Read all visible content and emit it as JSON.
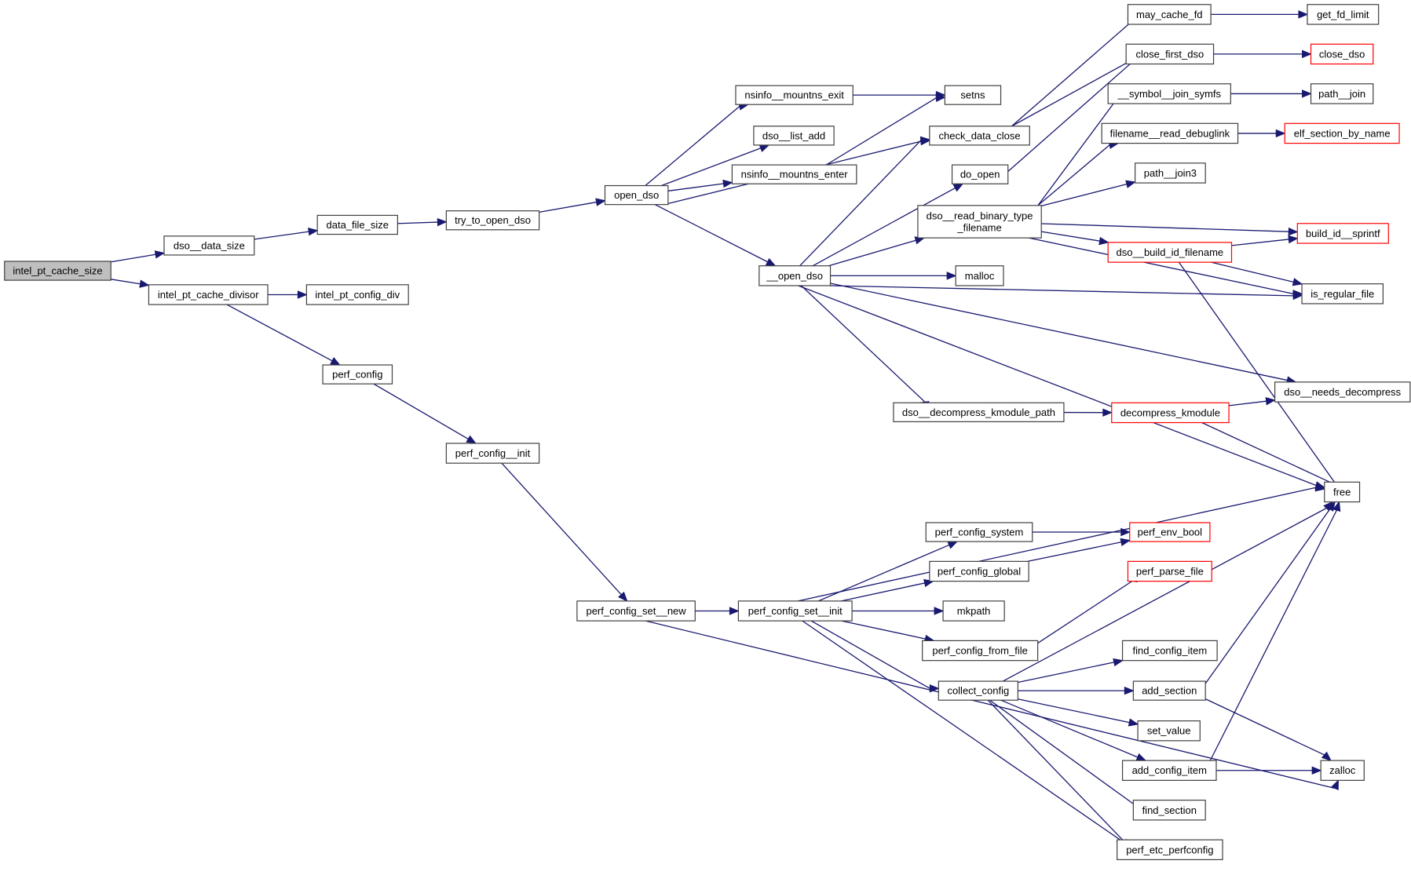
{
  "graph": {
    "title": "intel_pt_cache_size call graph",
    "colors": {
      "edge": "#191970",
      "node_border": "#404040",
      "node_border_external": "#ff0000",
      "root_fill": "#bfbfbf",
      "node_fill": "#ffffff"
    },
    "nodes": [
      {
        "id": "intel_pt_cache_size",
        "label": [
          "intel_pt_cache_size"
        ],
        "kind": "root"
      },
      {
        "id": "dso__data_size",
        "label": [
          "dso__data_size"
        ],
        "kind": "normal"
      },
      {
        "id": "intel_pt_cache_divisor",
        "label": [
          "intel_pt_cache_divisor"
        ],
        "kind": "normal"
      },
      {
        "id": "data_file_size",
        "label": [
          "data_file_size"
        ],
        "kind": "normal"
      },
      {
        "id": "intel_pt_config_div",
        "label": [
          "intel_pt_config_div"
        ],
        "kind": "normal"
      },
      {
        "id": "perf_config",
        "label": [
          "perf_config"
        ],
        "kind": "normal"
      },
      {
        "id": "try_to_open_dso",
        "label": [
          "try_to_open_dso"
        ],
        "kind": "normal"
      },
      {
        "id": "perf_config__init",
        "label": [
          "perf_config__init"
        ],
        "kind": "normal"
      },
      {
        "id": "open_dso",
        "label": [
          "open_dso"
        ],
        "kind": "normal"
      },
      {
        "id": "perf_config_set__new",
        "label": [
          "perf_config_set__new"
        ],
        "kind": "normal"
      },
      {
        "id": "nsinfo__mountns_exit",
        "label": [
          "nsinfo__mountns_exit"
        ],
        "kind": "normal"
      },
      {
        "id": "dso__list_add",
        "label": [
          "dso__list_add"
        ],
        "kind": "normal"
      },
      {
        "id": "nsinfo__mountns_enter",
        "label": [
          "nsinfo__mountns_enter"
        ],
        "kind": "normal"
      },
      {
        "id": "__open_dso",
        "label": [
          "__open_dso"
        ],
        "kind": "normal"
      },
      {
        "id": "perf_config_set__init",
        "label": [
          "perf_config_set__init"
        ],
        "kind": "normal"
      },
      {
        "id": "setns",
        "label": [
          "setns"
        ],
        "kind": "normal"
      },
      {
        "id": "check_data_close",
        "label": [
          "check_data_close"
        ],
        "kind": "normal"
      },
      {
        "id": "do_open",
        "label": [
          "do_open"
        ],
        "kind": "normal"
      },
      {
        "id": "dso__read_binary_type_filename",
        "label": [
          "dso__read_binary_type",
          "_filename"
        ],
        "kind": "normal"
      },
      {
        "id": "malloc",
        "label": [
          "malloc"
        ],
        "kind": "normal"
      },
      {
        "id": "dso__decompress_kmodule_path",
        "label": [
          "dso__decompress_kmodule_path"
        ],
        "kind": "normal"
      },
      {
        "id": "perf_config_system",
        "label": [
          "perf_config_system"
        ],
        "kind": "normal"
      },
      {
        "id": "perf_config_global",
        "label": [
          "perf_config_global"
        ],
        "kind": "normal"
      },
      {
        "id": "mkpath",
        "label": [
          "mkpath"
        ],
        "kind": "normal"
      },
      {
        "id": "perf_config_from_file",
        "label": [
          "perf_config_from_file"
        ],
        "kind": "normal"
      },
      {
        "id": "collect_config",
        "label": [
          "collect_config"
        ],
        "kind": "normal"
      },
      {
        "id": "may_cache_fd",
        "label": [
          "may_cache_fd"
        ],
        "kind": "normal"
      },
      {
        "id": "close_first_dso",
        "label": [
          "close_first_dso"
        ],
        "kind": "normal"
      },
      {
        "id": "__symbol__join_symfs",
        "label": [
          "__symbol__join_symfs"
        ],
        "kind": "normal"
      },
      {
        "id": "filename__read_debuglink",
        "label": [
          "filename__read_debuglink"
        ],
        "kind": "normal"
      },
      {
        "id": "path__join3",
        "label": [
          "path__join3"
        ],
        "kind": "normal"
      },
      {
        "id": "dso__build_id_filename",
        "label": [
          "dso__build_id_filename"
        ],
        "kind": "external"
      },
      {
        "id": "decompress_kmodule",
        "label": [
          "decompress_kmodule"
        ],
        "kind": "external"
      },
      {
        "id": "perf_env_bool",
        "label": [
          "perf_env_bool"
        ],
        "kind": "external"
      },
      {
        "id": "perf_parse_file",
        "label": [
          "perf_parse_file"
        ],
        "kind": "external"
      },
      {
        "id": "find_config_item",
        "label": [
          "find_config_item"
        ],
        "kind": "normal"
      },
      {
        "id": "add_section",
        "label": [
          "add_section"
        ],
        "kind": "normal"
      },
      {
        "id": "set_value",
        "label": [
          "set_value"
        ],
        "kind": "normal"
      },
      {
        "id": "add_config_item",
        "label": [
          "add_config_item"
        ],
        "kind": "normal"
      },
      {
        "id": "find_section",
        "label": [
          "find_section"
        ],
        "kind": "normal"
      },
      {
        "id": "perf_etc_perfconfig",
        "label": [
          "perf_etc_perfconfig"
        ],
        "kind": "normal"
      },
      {
        "id": "get_fd_limit",
        "label": [
          "get_fd_limit"
        ],
        "kind": "normal"
      },
      {
        "id": "close_dso",
        "label": [
          "close_dso"
        ],
        "kind": "external"
      },
      {
        "id": "path__join",
        "label": [
          "path__join"
        ],
        "kind": "normal"
      },
      {
        "id": "elf_section_by_name",
        "label": [
          "elf_section_by_name"
        ],
        "kind": "external"
      },
      {
        "id": "build_id__sprintf",
        "label": [
          "build_id__sprintf"
        ],
        "kind": "external"
      },
      {
        "id": "is_regular_file",
        "label": [
          "is_regular_file"
        ],
        "kind": "normal"
      },
      {
        "id": "dso__needs_decompress",
        "label": [
          "dso__needs_decompress"
        ],
        "kind": "normal"
      },
      {
        "id": "free",
        "label": [
          "free"
        ],
        "kind": "normal"
      },
      {
        "id": "zalloc",
        "label": [
          "zalloc"
        ],
        "kind": "normal"
      }
    ],
    "edges": [
      [
        "intel_pt_cache_size",
        "dso__data_size"
      ],
      [
        "intel_pt_cache_size",
        "intel_pt_cache_divisor"
      ],
      [
        "dso__data_size",
        "data_file_size"
      ],
      [
        "data_file_size",
        "try_to_open_dso"
      ],
      [
        "try_to_open_dso",
        "open_dso"
      ],
      [
        "intel_pt_cache_divisor",
        "intel_pt_config_div"
      ],
      [
        "intel_pt_cache_divisor",
        "perf_config"
      ],
      [
        "perf_config",
        "perf_config__init"
      ],
      [
        "perf_config__init",
        "perf_config_set__new"
      ],
      [
        "perf_config_set__new",
        "perf_config_set__init"
      ],
      [
        "perf_config_set__new",
        "zalloc"
      ],
      [
        "open_dso",
        "nsinfo__mountns_exit"
      ],
      [
        "open_dso",
        "dso__list_add"
      ],
      [
        "open_dso",
        "nsinfo__mountns_enter"
      ],
      [
        "open_dso",
        "check_data_close"
      ],
      [
        "open_dso",
        "__open_dso"
      ],
      [
        "nsinfo__mountns_exit",
        "setns"
      ],
      [
        "nsinfo__mountns_enter",
        "setns"
      ],
      [
        "check_data_close",
        "may_cache_fd"
      ],
      [
        "check_data_close",
        "close_first_dso"
      ],
      [
        "do_open",
        "close_first_dso"
      ],
      [
        "__open_dso",
        "check_data_close"
      ],
      [
        "__open_dso",
        "do_open"
      ],
      [
        "__open_dso",
        "dso__read_binary_type_filename"
      ],
      [
        "__open_dso",
        "malloc"
      ],
      [
        "__open_dso",
        "is_regular_file"
      ],
      [
        "__open_dso",
        "dso__needs_decompress"
      ],
      [
        "__open_dso",
        "dso__decompress_kmodule_path"
      ],
      [
        "__open_dso",
        "free"
      ],
      [
        "dso__read_binary_type_filename",
        "__symbol__join_symfs"
      ],
      [
        "dso__read_binary_type_filename",
        "filename__read_debuglink"
      ],
      [
        "dso__read_binary_type_filename",
        "path__join3"
      ],
      [
        "dso__read_binary_type_filename",
        "build_id__sprintf"
      ],
      [
        "dso__read_binary_type_filename",
        "dso__build_id_filename"
      ],
      [
        "dso__read_binary_type_filename",
        "is_regular_file"
      ],
      [
        "dso__build_id_filename",
        "build_id__sprintf"
      ],
      [
        "dso__build_id_filename",
        "is_regular_file"
      ],
      [
        "dso__build_id_filename",
        "free"
      ],
      [
        "dso__decompress_kmodule_path",
        "decompress_kmodule"
      ],
      [
        "decompress_kmodule",
        "dso__needs_decompress"
      ],
      [
        "decompress_kmodule",
        "free"
      ],
      [
        "may_cache_fd",
        "get_fd_limit"
      ],
      [
        "close_first_dso",
        "close_dso"
      ],
      [
        "__symbol__join_symfs",
        "path__join"
      ],
      [
        "filename__read_debuglink",
        "elf_section_by_name"
      ],
      [
        "perf_config_set__init",
        "free"
      ],
      [
        "perf_config_set__init",
        "perf_config_system"
      ],
      [
        "perf_config_set__init",
        "perf_config_global"
      ],
      [
        "perf_config_set__init",
        "mkpath"
      ],
      [
        "perf_config_set__init",
        "perf_config_from_file"
      ],
      [
        "perf_config_set__init",
        "collect_config"
      ],
      [
        "perf_config_set__init",
        "perf_etc_perfconfig"
      ],
      [
        "perf_config_system",
        "perf_env_bool"
      ],
      [
        "perf_config_global",
        "perf_env_bool"
      ],
      [
        "perf_config_from_file",
        "perf_parse_file"
      ],
      [
        "collect_config",
        "free"
      ],
      [
        "collect_config",
        "find_config_item"
      ],
      [
        "collect_config",
        "add_section"
      ],
      [
        "collect_config",
        "set_value"
      ],
      [
        "collect_config",
        "add_config_item"
      ],
      [
        "collect_config",
        "find_section"
      ],
      [
        "collect_config",
        "perf_etc_perfconfig"
      ],
      [
        "add_section",
        "free"
      ],
      [
        "add_section",
        "zalloc"
      ],
      [
        "add_config_item",
        "free"
      ],
      [
        "add_config_item",
        "zalloc"
      ]
    ]
  }
}
